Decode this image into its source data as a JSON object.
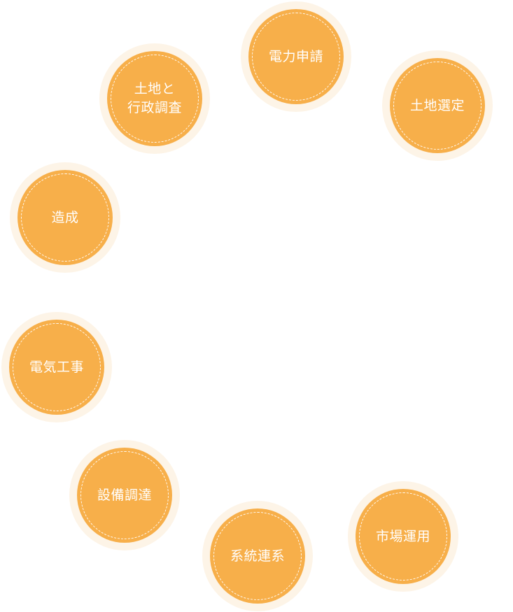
{
  "colors": {
    "circle_fill": "#f7af4a",
    "halo": "#fdf4e7",
    "label": "#ffffff",
    "background": "#ffffff"
  },
  "steps": [
    {
      "label": "電力申請"
    },
    {
      "label": "土地選定"
    },
    {
      "label": "土地と\n行政調査"
    },
    {
      "label": "造成"
    },
    {
      "label": "電気工事"
    },
    {
      "label": "設備調達"
    },
    {
      "label": "系統連系"
    },
    {
      "label": "市場運用"
    }
  ]
}
